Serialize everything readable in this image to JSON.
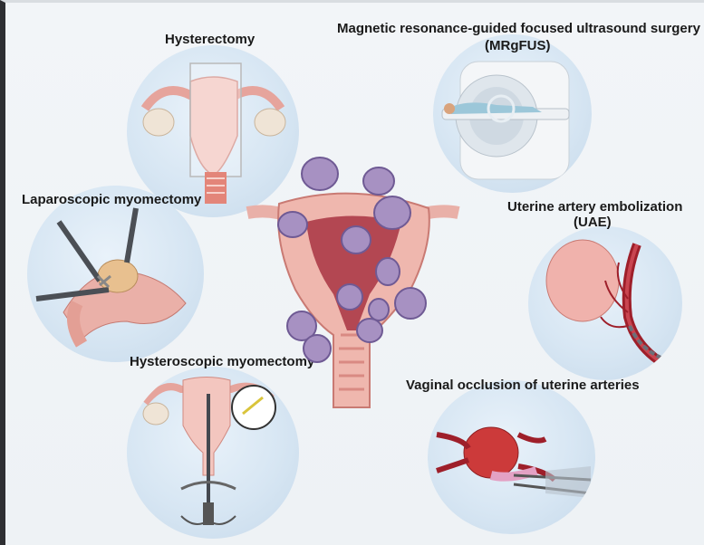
{
  "labels": {
    "hysterectomy": "Hysterectomy",
    "mrgfus_line1": "Magnetic resonance-guided focused ultrasound surgery",
    "mrgfus_line2": "(MRgFUS)",
    "laparoscopic": "Laparoscopic myomectomy",
    "uae_line1": "Uterine artery embolization",
    "uae_line2": "(UAE)",
    "hysteroscopic": "Hysteroscopic myomectomy",
    "vaginal_occlusion": "Vaginal occlusion of uterine arteries"
  },
  "colors": {
    "uterus": "#eab4ad",
    "uterus_dark": "#c97a73",
    "cavity": "#b34752",
    "fibroid": "#a791c2",
    "fibroid_dark": "#6f5a94",
    "vessel": "#9e1f2a",
    "circle_bg": "#d7e6f3"
  }
}
